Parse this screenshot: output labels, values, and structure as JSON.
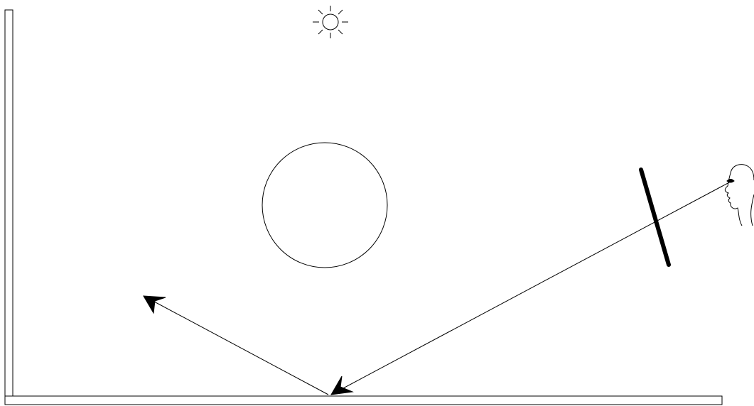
{
  "diagram": {
    "type": "light-reflection",
    "elements": [
      "sun-icon",
      "sphere",
      "screen",
      "eye-observer",
      "wall",
      "floor",
      "view-ray",
      "reflected-ray"
    ],
    "colors": {
      "stroke": "#000000",
      "background": "#ffffff"
    }
  }
}
